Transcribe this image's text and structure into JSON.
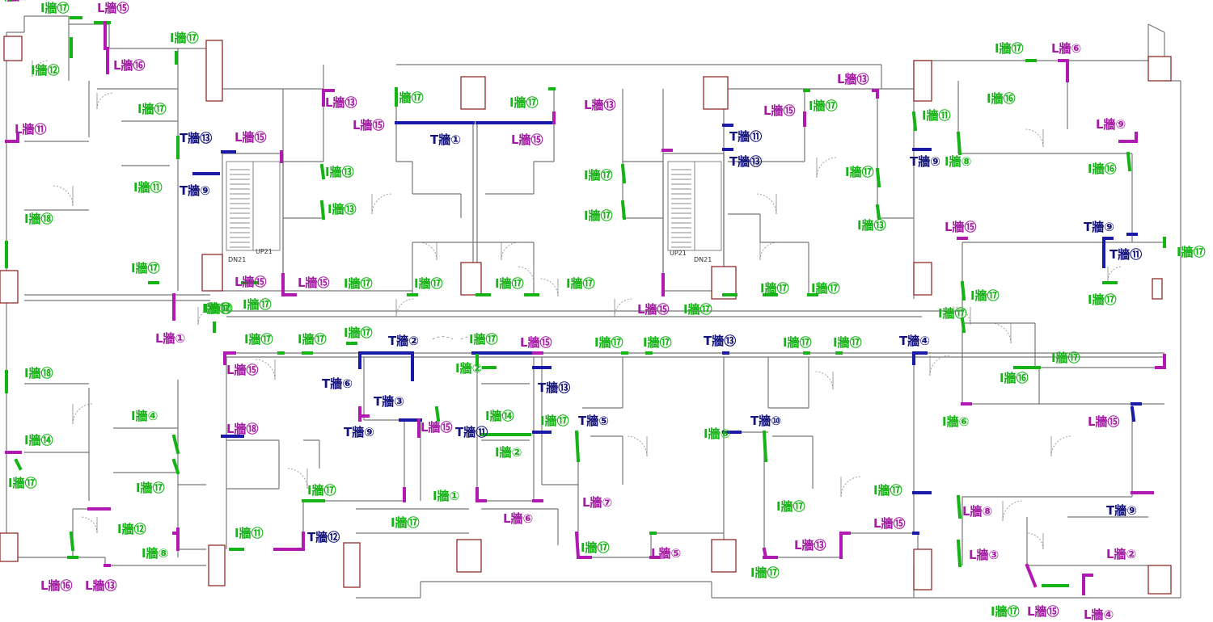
{
  "colors": {
    "wall": "#8a8a8a",
    "outline": "#444444",
    "column": "#8a1a1a",
    "I_wall": "#16b316",
    "L_wall": "#b01ab0",
    "T_wall": "#1a1aa8"
  },
  "stair_labels": [
    "DN21",
    "UP21",
    "UP21",
    "DN21"
  ],
  "labels": [
    {
      "t": "I",
      "n": "⑰",
      "text": "I牆⑰"
    },
    {
      "t": "L",
      "n": "⑮",
      "text": "L牆⑮"
    },
    {
      "t": "I",
      "n": "⑰",
      "text": "I牆⑰"
    },
    {
      "t": "I",
      "n": "⑫",
      "text": "I牆⑫"
    },
    {
      "t": "L",
      "n": "⑯",
      "text": "L牆⑯"
    },
    {
      "t": "I",
      "n": "⑰",
      "text": "I牆⑰"
    },
    {
      "t": "L",
      "n": "⑪",
      "text": "L牆⑪"
    },
    {
      "t": "T",
      "n": "⑬",
      "text": "T牆⑬"
    },
    {
      "t": "L",
      "n": "⑮",
      "text": "L牆⑮"
    },
    {
      "t": "I",
      "n": "⑪",
      "text": "I牆⑪"
    },
    {
      "t": "T",
      "n": "⑨",
      "text": "T牆⑨"
    },
    {
      "t": "I",
      "n": "⑱",
      "text": "I牆⑱"
    },
    {
      "t": "I",
      "n": "⑰",
      "text": "I牆⑰"
    },
    {
      "t": "L",
      "n": "①",
      "text": "L牆①"
    },
    {
      "t": "I",
      "n": "⑰",
      "text": "I牆⑰"
    },
    {
      "t": "I",
      "n": "⑰",
      "text": "I牆⑰"
    },
    {
      "t": "L",
      "n": "⑬",
      "text": "L牆⑬"
    },
    {
      "t": "I",
      "n": "⑰",
      "text": "I牆⑰"
    },
    {
      "t": "L",
      "n": "⑮",
      "text": "L牆⑮"
    },
    {
      "t": "T",
      "n": "①",
      "text": "T牆①"
    },
    {
      "t": "I",
      "n": "⑰",
      "text": "I牆⑰"
    },
    {
      "t": "L",
      "n": "⑬",
      "text": "L牆⑬"
    },
    {
      "t": "L",
      "n": "⑮",
      "text": "L牆⑮"
    },
    {
      "t": "I",
      "n": "⑰",
      "text": "I牆⑰"
    },
    {
      "t": "I",
      "n": "⑬",
      "text": "I牆⑬"
    },
    {
      "t": "L",
      "n": "⑮",
      "text": "L牆⑮"
    },
    {
      "t": "I",
      "n": "⑰",
      "text": "I牆⑰"
    },
    {
      "t": "I",
      "n": "⑰",
      "text": "I牆⑰"
    },
    {
      "t": "I",
      "n": "⑰",
      "text": "I牆⑰"
    },
    {
      "t": "I",
      "n": "⑰",
      "text": "I牆⑰"
    },
    {
      "t": "I",
      "n": "⑰",
      "text": "I牆⑰"
    },
    {
      "t": "I",
      "n": "⑬",
      "text": "I牆⑬"
    },
    {
      "t": "L",
      "n": "⑮",
      "text": "L牆⑮"
    },
    {
      "t": "L",
      "n": "⑮",
      "text": "L牆⑮"
    },
    {
      "t": "I",
      "n": "⑰",
      "text": "I牆⑰"
    },
    {
      "t": "L",
      "n": "⑮",
      "text": "L牆⑮"
    },
    {
      "t": "T",
      "n": "⑪",
      "text": "T牆⑪"
    },
    {
      "t": "T",
      "n": "⑬",
      "text": "T牆⑬"
    },
    {
      "t": "I",
      "n": "⑰",
      "text": "I牆⑰"
    },
    {
      "t": "L",
      "n": "⑬",
      "text": "L牆⑬"
    },
    {
      "t": "I",
      "n": "⑰",
      "text": "I牆⑰"
    },
    {
      "t": "I",
      "n": "⑬",
      "text": "I牆⑬"
    },
    {
      "t": "I",
      "n": "⑰",
      "text": "I牆⑰"
    },
    {
      "t": "I",
      "n": "⑰",
      "text": "I牆⑰"
    },
    {
      "t": "I",
      "n": "⑰",
      "text": "I牆⑰"
    },
    {
      "t": "L",
      "n": "⑥",
      "text": "L牆⑥"
    },
    {
      "t": "I",
      "n": "⑪",
      "text": "I牆⑪"
    },
    {
      "t": "I",
      "n": "⑯",
      "text": "I牆⑯"
    },
    {
      "t": "L",
      "n": "⑨",
      "text": "L牆⑨"
    },
    {
      "t": "T",
      "n": "⑨",
      "text": "T牆⑨"
    },
    {
      "t": "I",
      "n": "⑧",
      "text": "I牆⑧"
    },
    {
      "t": "I",
      "n": "⑯",
      "text": "I牆⑯"
    },
    {
      "t": "L",
      "n": "⑮",
      "text": "L牆⑮"
    },
    {
      "t": "T",
      "n": "⑨",
      "text": "T牆⑨"
    },
    {
      "t": "I",
      "n": "⑰",
      "text": "I牆⑰"
    },
    {
      "t": "T",
      "n": "⑪",
      "text": "T牆⑪"
    },
    {
      "t": "I",
      "n": "⑰",
      "text": "I牆⑰"
    },
    {
      "t": "I",
      "n": "⑰",
      "text": "I牆⑰"
    },
    {
      "t": "I",
      "n": "⑰",
      "text": "I牆⑰"
    },
    {
      "t": "I",
      "n": "⑰",
      "text": "I牆⑰"
    },
    {
      "t": "I",
      "n": "⑰",
      "text": "I牆⑰"
    },
    {
      "t": "I",
      "n": "⑰",
      "text": "I牆⑰"
    },
    {
      "t": "I",
      "n": "⑰",
      "text": "I牆⑰"
    },
    {
      "t": "T",
      "n": "②",
      "text": "T牆②"
    },
    {
      "t": "I",
      "n": "⑰",
      "text": "I牆⑰"
    },
    {
      "t": "L",
      "n": "⑮",
      "text": "L牆⑮"
    },
    {
      "t": "I",
      "n": "⑰",
      "text": "I牆⑰"
    },
    {
      "t": "I",
      "n": "⑰",
      "text": "I牆⑰"
    },
    {
      "t": "T",
      "n": "⑬",
      "text": "T牆⑬"
    },
    {
      "t": "I",
      "n": "⑰",
      "text": "I牆⑰"
    },
    {
      "t": "I",
      "n": "⑰",
      "text": "I牆⑰"
    },
    {
      "t": "T",
      "n": "④",
      "text": "T牆④"
    },
    {
      "t": "I",
      "n": "⑱",
      "text": "I牆⑱"
    },
    {
      "t": "L",
      "n": "⑮",
      "text": "L牆⑮"
    },
    {
      "t": "T",
      "n": "⑥",
      "text": "T牆⑥"
    },
    {
      "t": "T",
      "n": "③",
      "text": "T牆③"
    },
    {
      "t": "I",
      "n": "②",
      "text": "I牆②"
    },
    {
      "t": "T",
      "n": "⑬",
      "text": "T牆⑬"
    },
    {
      "t": "I",
      "n": "⑰",
      "text": "I牆⑰"
    },
    {
      "t": "I",
      "n": "⑯",
      "text": "I牆⑯"
    },
    {
      "t": "I",
      "n": "④",
      "text": "I牆④"
    },
    {
      "t": "I",
      "n": "⑭",
      "text": "I牆⑭"
    },
    {
      "t": "L",
      "n": "⑱",
      "text": "L牆⑱"
    },
    {
      "t": "T",
      "n": "⑨",
      "text": "T牆⑨"
    },
    {
      "t": "L",
      "n": "⑮",
      "text": "L牆⑮"
    },
    {
      "t": "I",
      "n": "⑭",
      "text": "I牆⑭"
    },
    {
      "t": "I",
      "n": "⑰",
      "text": "I牆⑰"
    },
    {
      "t": "T",
      "n": "⑤",
      "text": "T牆⑤"
    },
    {
      "t": "I",
      "n": "⑥",
      "text": "I牆⑥"
    },
    {
      "t": "T",
      "n": "⑩",
      "text": "T牆⑩"
    },
    {
      "t": "I",
      "n": "⑥",
      "text": "I牆⑥"
    },
    {
      "t": "L",
      "n": "⑮",
      "text": "L牆⑮"
    },
    {
      "t": "T",
      "n": "⑪",
      "text": "T牆⑪"
    },
    {
      "t": "I",
      "n": "②",
      "text": "I牆②"
    },
    {
      "t": "I",
      "n": "⑰",
      "text": "I牆⑰"
    },
    {
      "t": "I",
      "n": "⑰",
      "text": "I牆⑰"
    },
    {
      "t": "I",
      "n": "⑰",
      "text": "I牆⑰"
    },
    {
      "t": "I",
      "n": "①",
      "text": "I牆①"
    },
    {
      "t": "L",
      "n": "⑦",
      "text": "L牆⑦"
    },
    {
      "t": "I",
      "n": "⑰",
      "text": "I牆⑰"
    },
    {
      "t": "I",
      "n": "⑰",
      "text": "I牆⑰"
    },
    {
      "t": "T",
      "n": "⑨",
      "text": "T牆⑨"
    },
    {
      "t": "L",
      "n": "⑧",
      "text": "L牆⑧"
    },
    {
      "t": "I",
      "n": "⑫",
      "text": "I牆⑫"
    },
    {
      "t": "I",
      "n": "⑰",
      "text": "I牆⑰"
    },
    {
      "t": "L",
      "n": "⑥",
      "text": "L牆⑥"
    },
    {
      "t": "L",
      "n": "⑮",
      "text": "L牆⑮"
    },
    {
      "t": "I",
      "n": "⑪",
      "text": "I牆⑪"
    },
    {
      "t": "T",
      "n": "⑫",
      "text": "T牆⑫"
    },
    {
      "t": "I",
      "n": "⑰",
      "text": "I牆⑰"
    },
    {
      "t": "L",
      "n": "⑤",
      "text": "L牆⑤"
    },
    {
      "t": "L",
      "n": "⑬",
      "text": "L牆⑬"
    },
    {
      "t": "L",
      "n": "③",
      "text": "L牆③"
    },
    {
      "t": "L",
      "n": "②",
      "text": "L牆②"
    },
    {
      "t": "I",
      "n": "⑧",
      "text": "I牆⑧"
    },
    {
      "t": "I",
      "n": "⑰",
      "text": "I牆⑰"
    },
    {
      "t": "L",
      "n": "⑯",
      "text": "L牆⑯"
    },
    {
      "t": "L",
      "n": "⑬",
      "text": "L牆⑬"
    },
    {
      "t": "I",
      "n": "⑰",
      "text": "I牆⑰"
    },
    {
      "t": "L",
      "n": "⑮",
      "text": "L牆⑮"
    },
    {
      "t": "L",
      "n": "④",
      "text": "L牆④"
    },
    {
      "t": "I",
      "n": "⑥",
      "text": "I牆⑥"
    },
    {
      "t": "L",
      "n": "⑥",
      "text": "L牆⑥"
    }
  ]
}
